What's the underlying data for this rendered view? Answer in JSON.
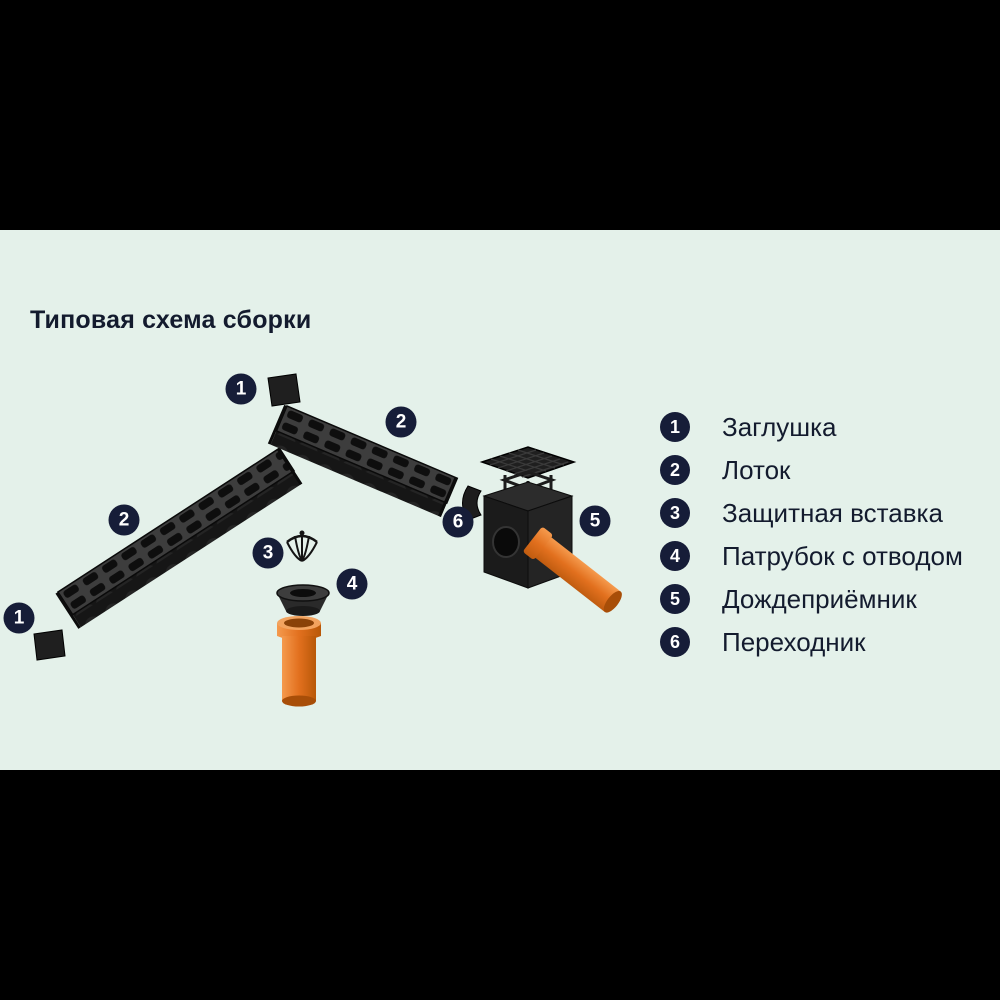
{
  "title": "Типовая схема сборки",
  "legend": [
    {
      "num": "1",
      "label": "Заглушка"
    },
    {
      "num": "2",
      "label": "Лоток"
    },
    {
      "num": "3",
      "label": "Защитная вставка"
    },
    {
      "num": "4",
      "label": "Патрубок с отводом"
    },
    {
      "num": "5",
      "label": "Дождеприёмник"
    },
    {
      "num": "6",
      "label": "Переходник"
    }
  ],
  "badges": [
    {
      "num": "1"
    },
    {
      "num": "2"
    },
    {
      "num": "2"
    },
    {
      "num": "1"
    },
    {
      "num": "3"
    },
    {
      "num": "4"
    },
    {
      "num": "6"
    },
    {
      "num": "5"
    }
  ],
  "colors": {
    "background": "#e4f1ea",
    "letterbox": "#000000",
    "badge": "#161d38",
    "text": "#131b2e",
    "pipe_orange": "#e2701e",
    "part_dark": "#1f1f1f"
  }
}
